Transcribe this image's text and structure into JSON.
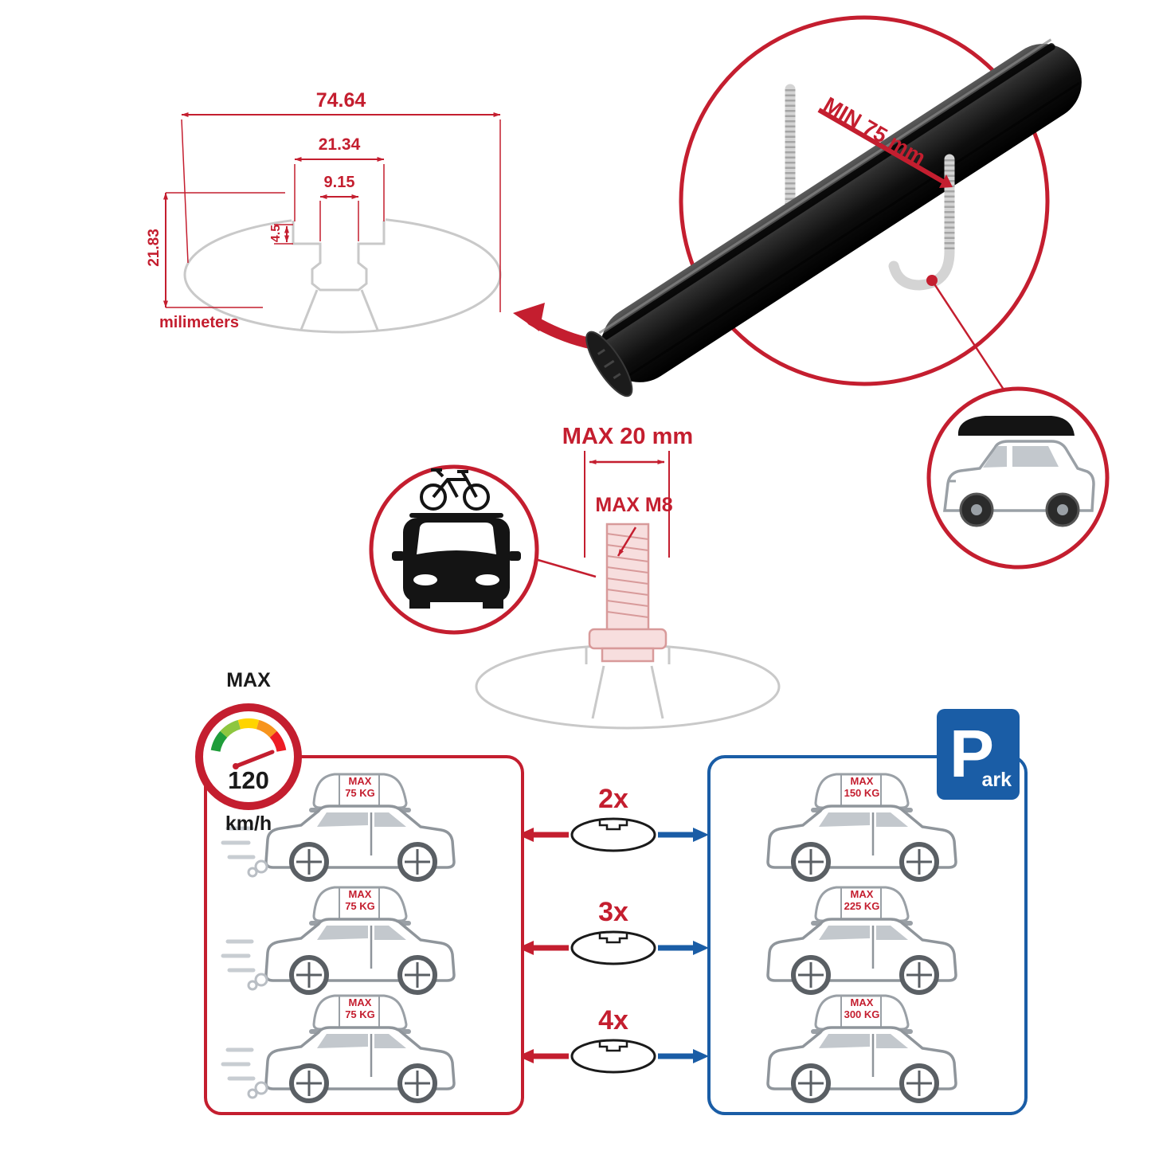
{
  "colors": {
    "accent_red": "#C41E2F",
    "accent_blue": "#1A5DA6",
    "outline_gray": "#C9C9C9"
  },
  "cross_section": {
    "total_width": "74.64",
    "channel_outer_width": "21.34",
    "channel_inner_width": "9.15",
    "lip_depth": "4.5",
    "total_height": "21.83",
    "units_label": "milimeters"
  },
  "bar_zoom": {
    "min_clamp_label": "MIN 75 mm"
  },
  "mount_bolt": {
    "max_width_label": "MAX 20 mm",
    "max_thread_label": "MAX M8"
  },
  "speed_limit": {
    "title": "MAX",
    "value": "120",
    "units": "km/h"
  },
  "capacity": {
    "multipliers": [
      {
        "label": "2x"
      },
      {
        "label": "3x"
      },
      {
        "label": "4x"
      }
    ],
    "driving": {
      "cars": [
        {
          "max": "MAX",
          "load": "75 KG"
        },
        {
          "max": "MAX",
          "load": "75 KG"
        },
        {
          "max": "MAX",
          "load": "75 KG"
        }
      ]
    },
    "parked": {
      "cars": [
        {
          "max": "MAX",
          "load": "150 KG"
        },
        {
          "max": "MAX",
          "load": "225 KG"
        },
        {
          "max": "MAX",
          "load": "300 KG"
        }
      ]
    }
  },
  "parking_sign": {
    "letter": "P",
    "suffix": "ark"
  },
  "icons": {
    "speedometer": "speedometer-icon",
    "parking_sign": "parking-sign-icon",
    "bicycle": "bicycle-icon",
    "car_front": "car-front-icon",
    "suv_roofbox": "suv-roofbox-icon",
    "crossbar": "crossbar-icon",
    "u_bolt": "u-bolt-hook-icon"
  }
}
